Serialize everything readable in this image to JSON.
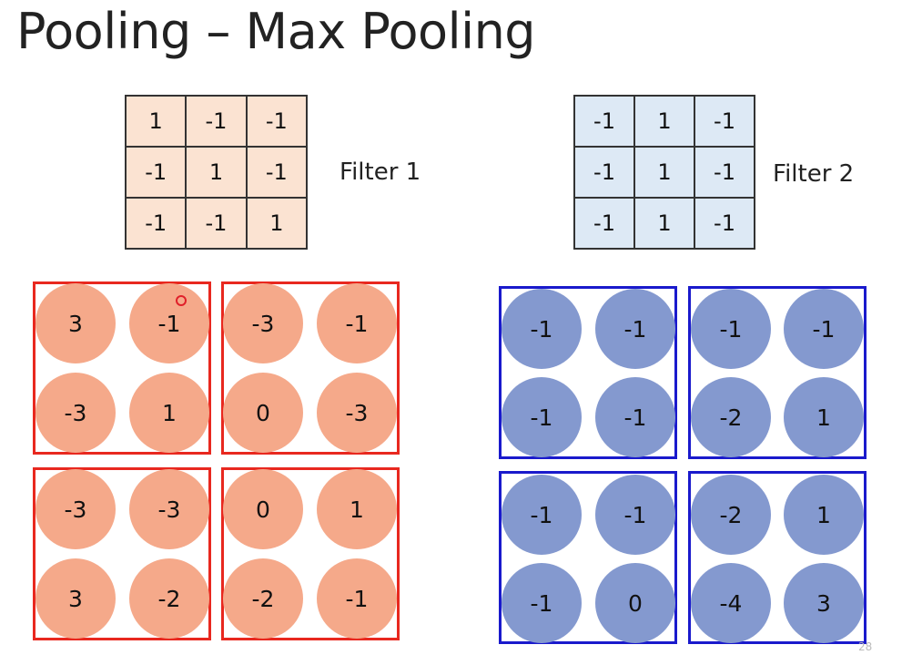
{
  "title": "Pooling – Max Pooling",
  "filters": [
    {
      "label": "Filter 1",
      "cells": [
        "1",
        "-1",
        "-1",
        "-1",
        "1",
        "-1",
        "-1",
        "-1",
        "1"
      ]
    },
    {
      "label": "Filter 2",
      "cells": [
        "-1",
        "1",
        "-1",
        "-1",
        "1",
        "-1",
        "-1",
        "1",
        "-1"
      ]
    }
  ],
  "feature_maps": [
    {
      "color": "#e8281f",
      "fill": "#f5a98a",
      "values": [
        [
          "3",
          "-1",
          "-3",
          "-1"
        ],
        [
          "-3",
          "1",
          "0",
          "-3"
        ],
        [
          "-3",
          "-3",
          "0",
          "1"
        ],
        [
          "3",
          "-2",
          "-2",
          "-1"
        ]
      ]
    },
    {
      "color": "#1a1acc",
      "fill": "#8499cf",
      "values": [
        [
          "-1",
          "-1",
          "-1",
          "-1"
        ],
        [
          "-1",
          "-1",
          "-2",
          "1"
        ],
        [
          "-1",
          "-1",
          "-2",
          "1"
        ],
        [
          "-1",
          "0",
          "-4",
          "3"
        ]
      ]
    }
  ],
  "slide_number": "28"
}
